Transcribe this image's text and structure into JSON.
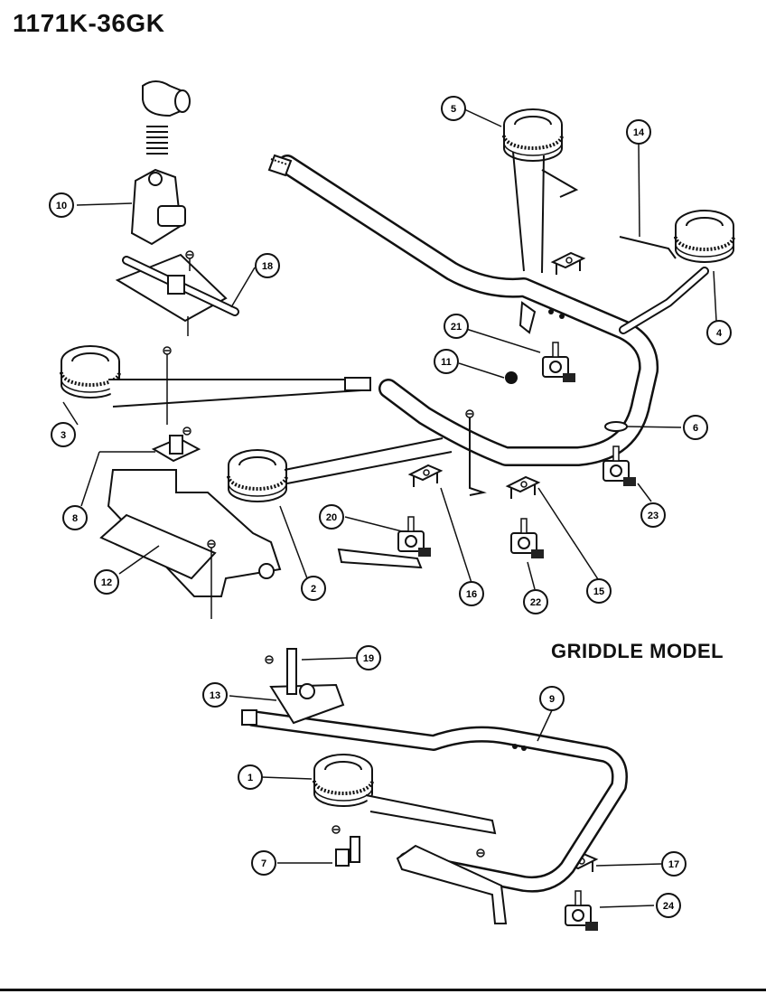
{
  "title": "1171K-36GK",
  "section_label": "GRIDDLE MODEL",
  "callouts": {
    "c1": "1",
    "c2": "2",
    "c3": "3",
    "c4": "4",
    "c5": "5",
    "c6": "6",
    "c7": "7",
    "c8": "8",
    "c9": "9",
    "c10": "10",
    "c11": "11",
    "c12": "12",
    "c13": "13",
    "c14": "14",
    "c15": "15",
    "c16": "16",
    "c17": "17",
    "c18": "18",
    "c19": "19",
    "c20": "20",
    "c21": "21",
    "c22": "22",
    "c23": "23",
    "c24": "24"
  }
}
